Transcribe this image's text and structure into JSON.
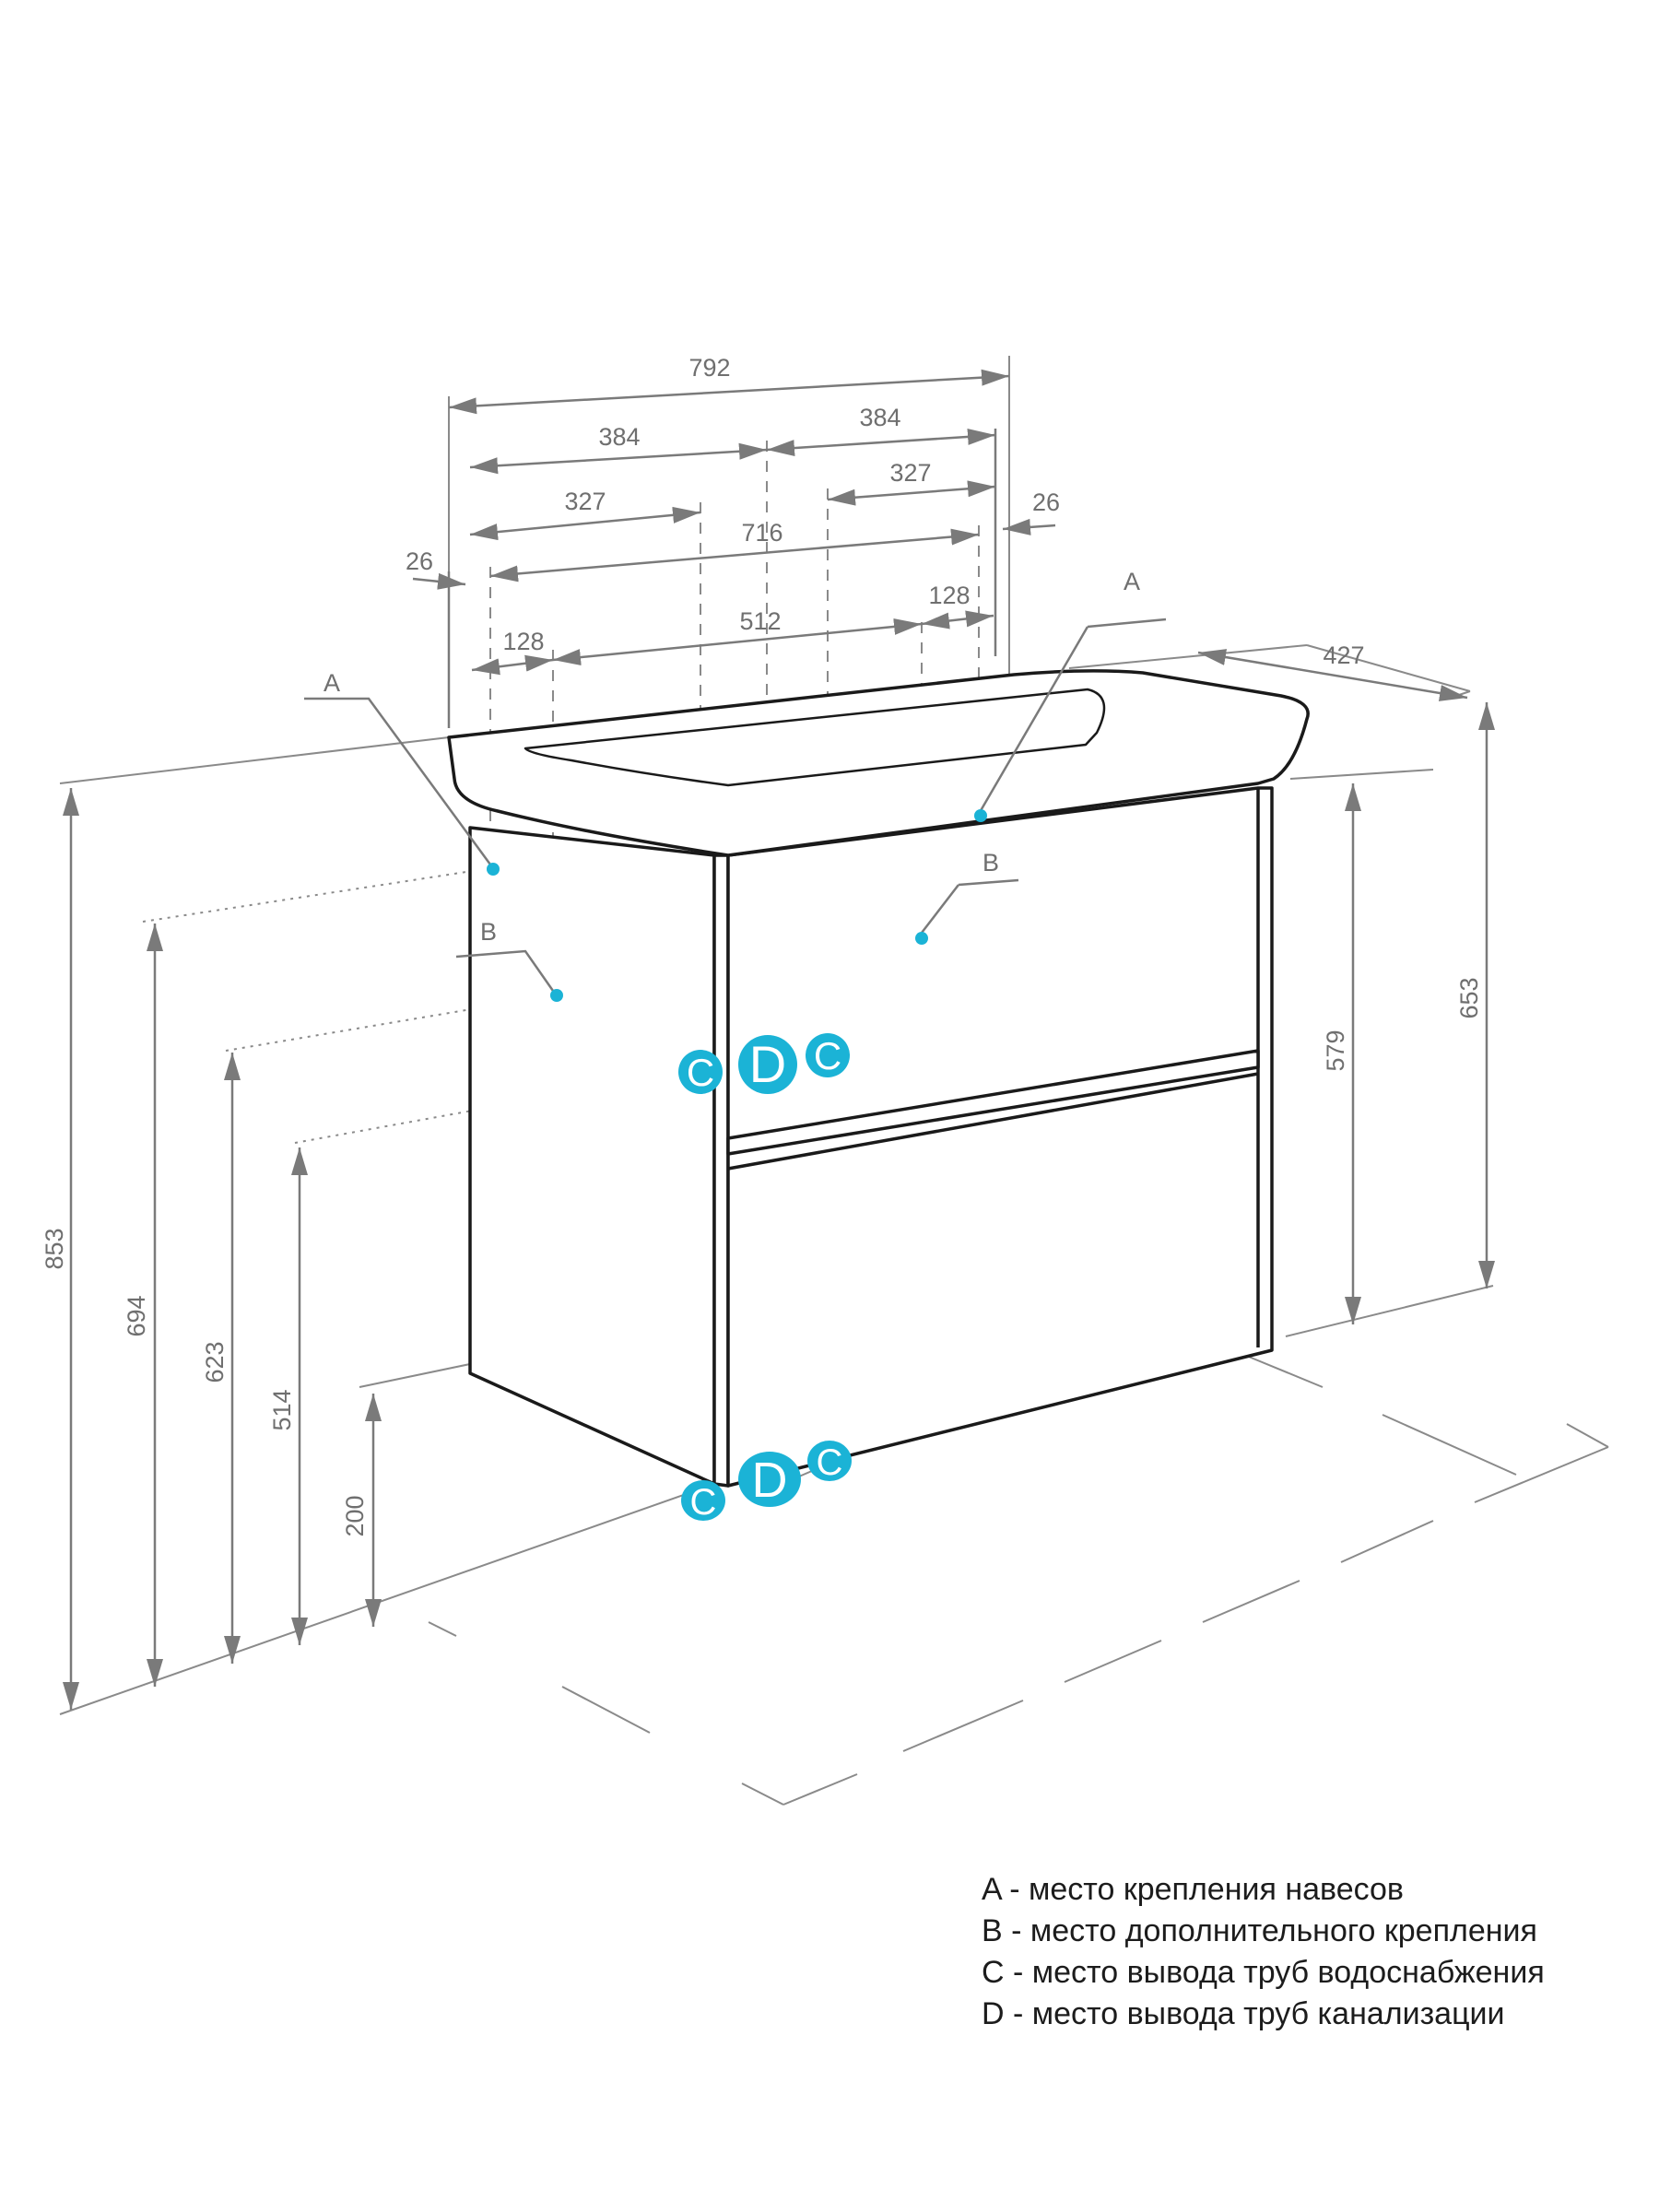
{
  "colors": {
    "accent": "#1bb3d6",
    "line": "#1a1a1a",
    "dimension": "#7a7a7a",
    "text": "#1c1c1c"
  },
  "dimensions": {
    "overall_width": "792",
    "left_384": "384",
    "right_384": "384",
    "left_327": "327",
    "right_327": "327",
    "center_716": "716",
    "left_26": "26",
    "right_26": "26",
    "left_128": "128",
    "center_512": "512",
    "right_128": "128",
    "depth_427": "427",
    "height_853": "853",
    "height_694": "694",
    "height_623": "623",
    "height_514": "514",
    "height_200": "200",
    "height_579": "579",
    "height_653": "653"
  },
  "tags": {
    "a_left": "A",
    "a_right": "A",
    "b_left": "B",
    "b_right": "B"
  },
  "markers": {
    "c": "C",
    "d": "D"
  },
  "legend": [
    {
      "text": "A - место крепления навесов"
    },
    {
      "text": "B - место дополнительного крепления"
    },
    {
      "text": "C - место вывода труб водоснабжения"
    },
    {
      "text": "D - место вывода труб канализации"
    }
  ]
}
